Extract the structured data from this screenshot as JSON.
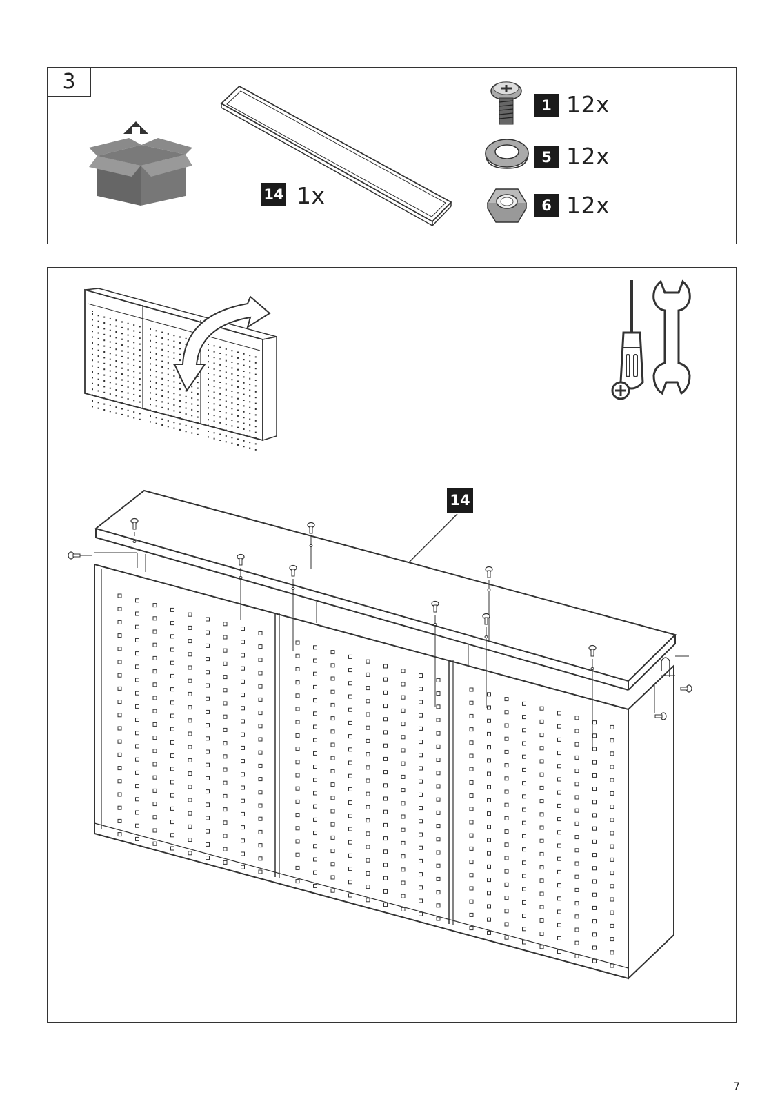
{
  "step_number": "3",
  "parts": [
    {
      "id": "14",
      "quantity": "1x",
      "icon": "shelf-panel-icon"
    },
    {
      "id": "1",
      "quantity": "12x",
      "icon": "screw-icon"
    },
    {
      "id": "5",
      "quantity": "12x",
      "icon": "spring-washer-icon"
    },
    {
      "id": "6",
      "quantity": "12x",
      "icon": "hex-nut-icon"
    }
  ],
  "callout_label": "14",
  "tools": [
    "phillips-screwdriver-icon",
    "wrench-icon"
  ],
  "page_number": "7"
}
